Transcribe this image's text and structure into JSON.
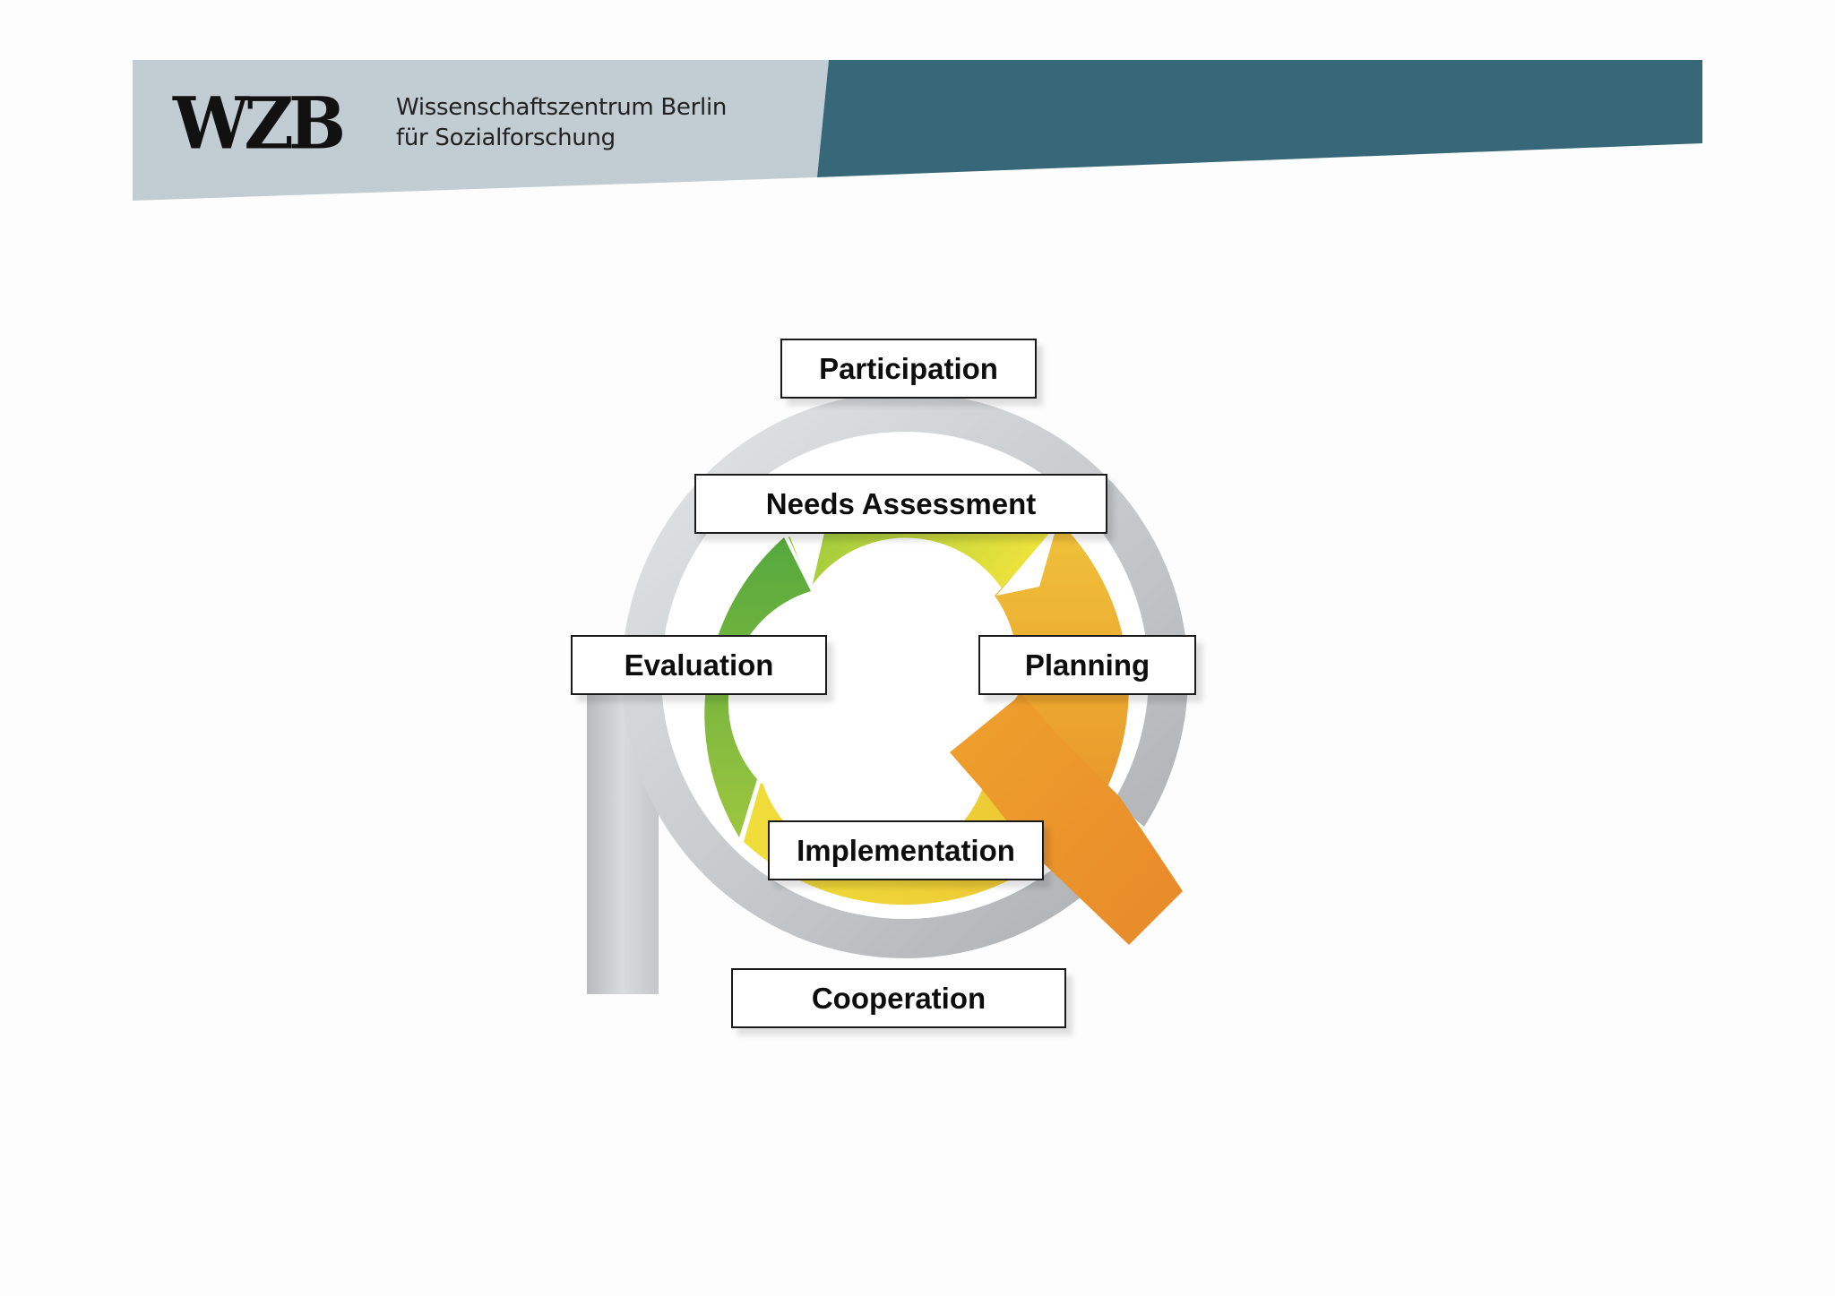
{
  "header": {
    "logo": "WZB",
    "institution_line1": "Wissenschaftszentrum Berlin",
    "institution_line2": "für Sozialforschung"
  },
  "diagram": {
    "labels": {
      "participation": "Participation",
      "needs_assessment": "Needs Assessment",
      "evaluation": "Evaluation",
      "planning": "Planning",
      "implementation": "Implementation",
      "cooperation": "Cooperation"
    }
  },
  "colors": {
    "banner_light": "#c2ccd3",
    "banner_dark": "#376879",
    "ring_gray": "#c4c7c9",
    "green": "#5fae3e",
    "yellow": "#e6e03a",
    "orange": "#e9962a"
  }
}
